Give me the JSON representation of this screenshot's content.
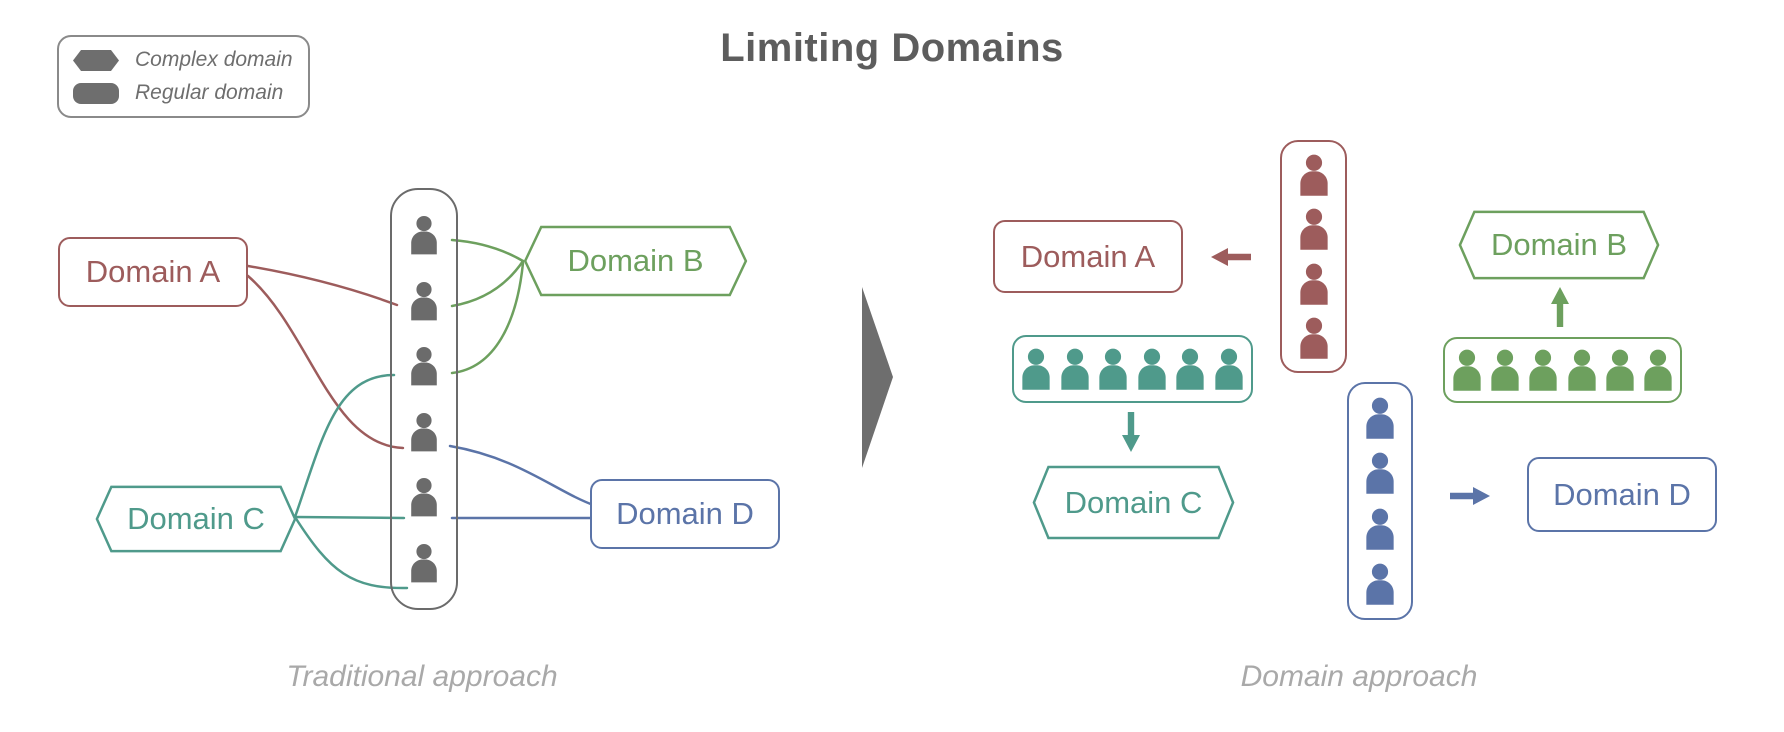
{
  "title": "Limiting Domains",
  "legend": {
    "items": [
      {
        "label": "Complex domain",
        "shape": "hexagon"
      },
      {
        "label": "Regular domain",
        "shape": "rounded-rect"
      }
    ]
  },
  "colors": {
    "domain_a": "#9d5c5c",
    "domain_b": "#6da05e",
    "domain_c": "#4f9a8b",
    "domain_d": "#5b74a8",
    "neutral_gray": "#6e6e6e",
    "caption_gray": "#a9a9a9"
  },
  "left_panel": {
    "caption": "Traditional approach",
    "domains": {
      "a": "Domain A",
      "b": "Domain B",
      "c": "Domain C",
      "d": "Domain D"
    },
    "shared_pool_people": 6
  },
  "right_panel": {
    "caption": "Domain approach",
    "domains": {
      "a": "Domain A",
      "b": "Domain B",
      "c": "Domain C",
      "d": "Domain D"
    },
    "teams": {
      "a_people": 4,
      "b_people": 6,
      "c_people": 6,
      "d_people": 4
    }
  }
}
